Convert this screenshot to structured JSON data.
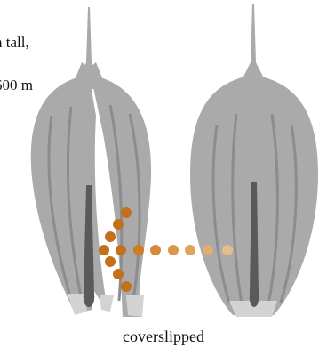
{
  "labels": {
    "top_line_1": "n tall,",
    "top_line_2": "600 m",
    "caption": "coverslipped"
  },
  "colors": {
    "body_fill": "#aaaaaa",
    "ridge_stroke": "#8d8d8d",
    "shaft": "#5a5a5a",
    "base_light": "#d2d2d2",
    "dot_dark": "#c4701b",
    "dot_light": "#e2b47d"
  }
}
